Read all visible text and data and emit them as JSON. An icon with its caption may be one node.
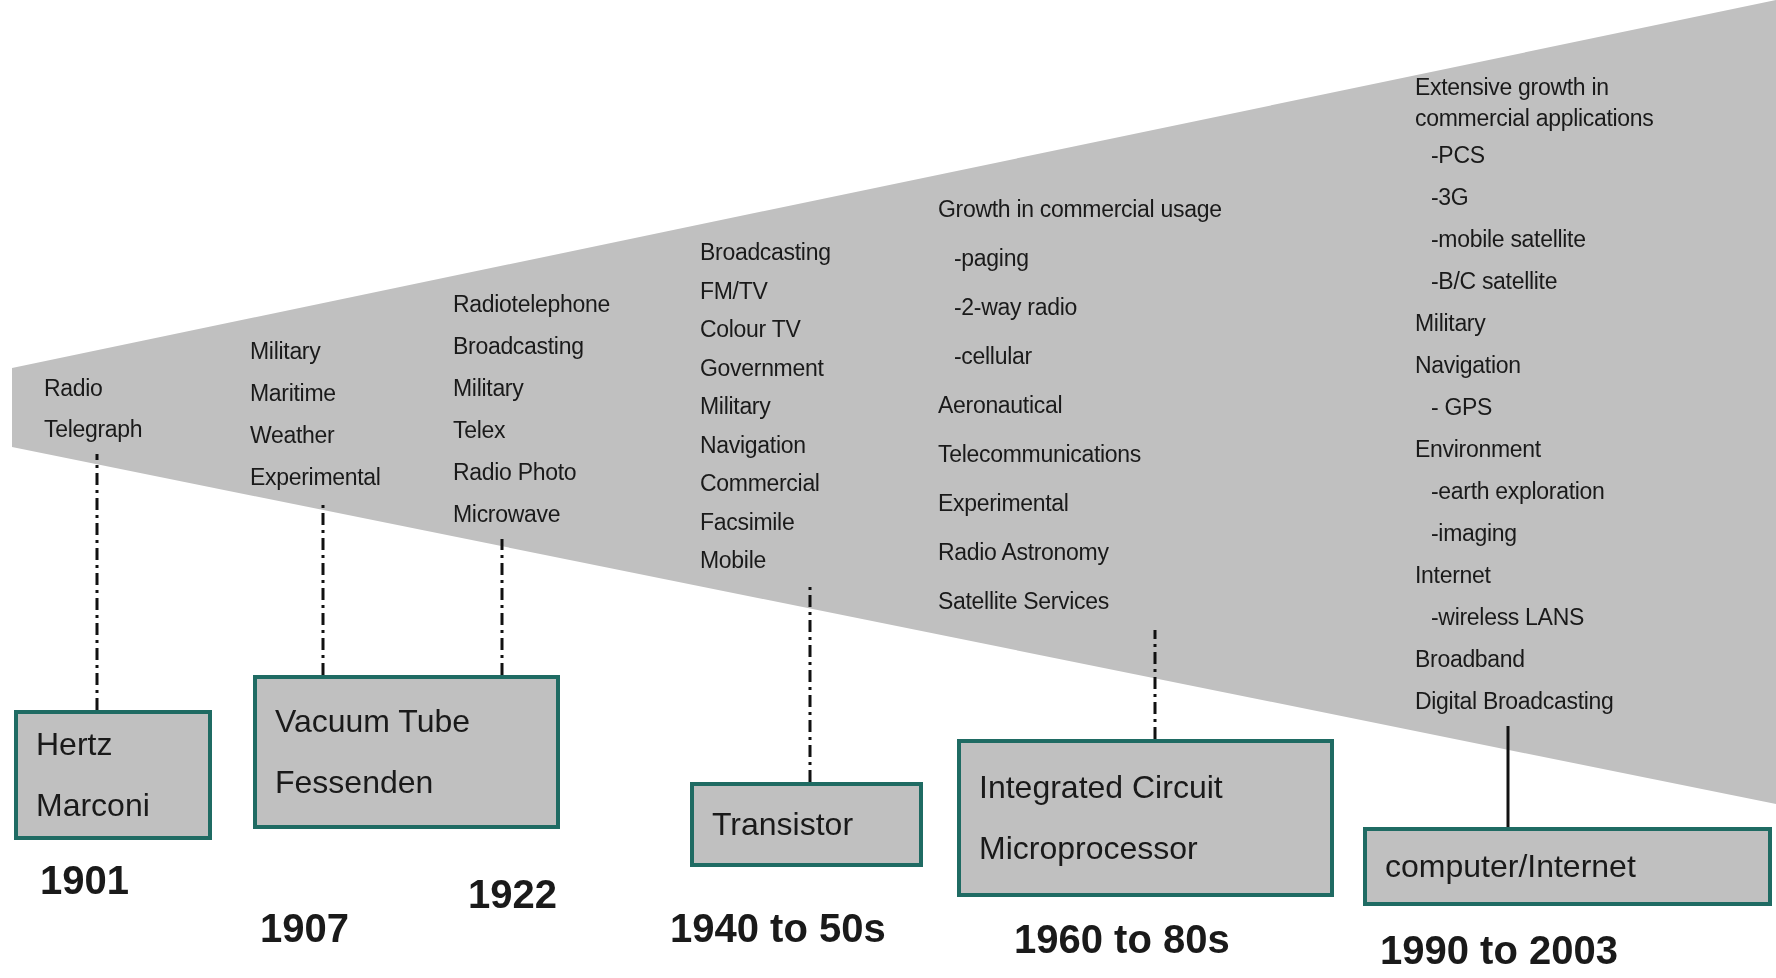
{
  "diagram": {
    "nodes": [
      {
        "text": [],
        "shape": "band"
      },
      {
        "text": [
          "Radio",
          "Telegraph"
        ],
        "in": 0
      },
      {
        "text": [
          "Military",
          "Maritime",
          "Weather",
          "Experimental"
        ],
        "in": 0
      },
      {
        "text": [
          "Radiotelephone",
          "Broadcasting",
          "Military",
          "Telex",
          "Radio Photo",
          "Microwave"
        ],
        "in": 0
      },
      {
        "text": [
          "Broadcasting",
          "FM/TV",
          "Colour TV",
          "Government",
          "Military",
          "Navigation",
          "Commercial",
          "Facsimile",
          "Mobile"
        ],
        "in": 0
      },
      {
        "text": [
          "Growth in commercial usage",
          "-paging",
          "-2-way radio",
          "-cellular",
          "Aeronautical",
          "Telecommunications",
          "Experimental",
          "Radio Astronomy",
          "Satellite Services"
        ],
        "in": 0
      },
      {
        "text": [
          "Extensive growth in commercial applications",
          "-PCS",
          "-3G",
          "-mobile satellite",
          "-B/C satellite",
          "Military",
          "Navigation",
          "- GPS",
          "Environment",
          "-earth exploration",
          "-imaging",
          "Internet",
          "-wireless LANS",
          "Broadband",
          "Digital Broadcasting"
        ],
        "in": 0
      },
      {
        "text": [
          "Hertz",
          "Marconi"
        ],
        "beside": [
          "1901"
        ]
      },
      {
        "text": [
          "Vacuum Tube",
          "Fessenden"
        ],
        "beside": [
          "1907",
          "1922"
        ]
      },
      {
        "text": [
          "Transistor"
        ],
        "beside": [
          "1940 to 50s"
        ]
      },
      {
        "text": [
          "Integrated Circuit",
          "Microprocessor"
        ],
        "beside": [
          "1960 to 80s"
        ]
      },
      {
        "text": [
          "computer/Internet"
        ],
        "beside": [
          "1990 to 2003"
        ]
      }
    ],
    "edges": [
      {
        "from": 7,
        "to": 1,
        "arrow": "none",
        "style": "dashed"
      },
      {
        "from": 8,
        "to": 2,
        "arrow": "none",
        "style": "dashed"
      },
      {
        "from": 8,
        "to": 3,
        "arrow": "none",
        "style": "dashed"
      },
      {
        "from": 9,
        "to": 4,
        "arrow": "none",
        "style": "dashed"
      },
      {
        "from": 10,
        "to": 5,
        "arrow": "none",
        "style": "dashed"
      },
      {
        "from": 11,
        "to": 6,
        "arrow": "none"
      }
    ]
  }
}
